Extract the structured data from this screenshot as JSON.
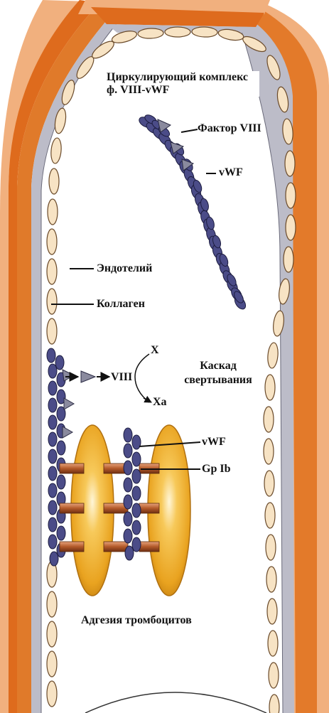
{
  "labels": {
    "circulating_complex": "Циркулирующий комплекс ф. VIII-vWF",
    "factor_viii": "Фактор VIII",
    "vwf_top": "vWF",
    "endothelium": "Эндотелий",
    "collagen": "Коллаген",
    "viii": "VIII",
    "x": "X",
    "xa": "Xa",
    "coagulation_cascade": "Каскад свертывания",
    "vwf_bottom": "vWF",
    "gp_ib": "Gp Ib",
    "platelet_adhesion": "Адгезия тромбоцитов"
  },
  "colors": {
    "vessel_outer": "#f1b07e",
    "vessel_media": "#de6b1d",
    "elastic_lamina": "#bcbcc8",
    "endothelial_cell": "#f7e3c4",
    "vwf": "#4b4c88",
    "factor_viii": "#8a8a9e",
    "platelet": "#e9a320",
    "gp_ib_link": "#b35a2a"
  }
}
